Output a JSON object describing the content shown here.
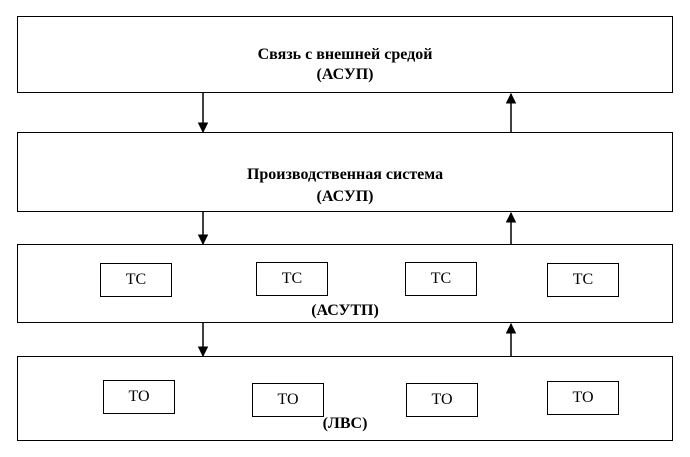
{
  "layers": {
    "external": {
      "title": "Связь с внешней средой",
      "subtitle": "(АСУП)"
    },
    "production": {
      "title": "Производственная система",
      "subtitle": "(АСУП)"
    },
    "process": {
      "subtitle": "(АСУТП)",
      "nodes": [
        "ТС",
        "ТС",
        "ТС",
        "ТС"
      ]
    },
    "network": {
      "subtitle": "(ЛВС)",
      "nodes": [
        "ТО",
        "ТО",
        "ТО",
        "ТО"
      ]
    }
  }
}
